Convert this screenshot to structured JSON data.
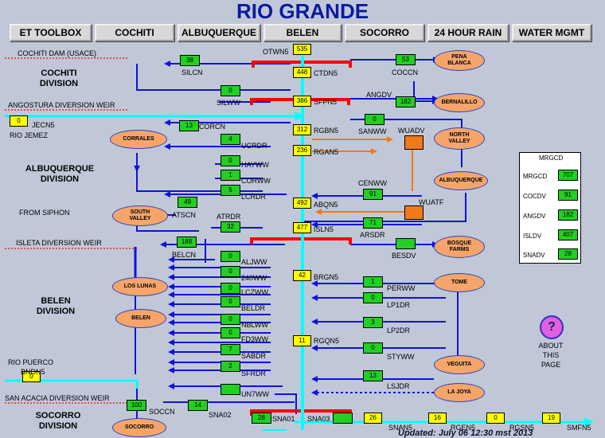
{
  "title": "RIO GRANDE",
  "nav": [
    "ET TOOLBOX",
    "COCHITI",
    "ALBUQUERQUE",
    "BELEN",
    "SOCORRO",
    "24 HOUR RAIN",
    "WATER MGMT"
  ],
  "divisions": {
    "cochiti": "COCHITI\nDIVISION",
    "albuquerque": "ALBUQUERQUE\nDIVISION",
    "belen": "BELEN\nDIVISION",
    "socorro": "SOCORRO\nDIVISION"
  },
  "weirs": {
    "cochiti_dam": "COCHITI DAM (USACE)",
    "angostura": "ANGOSTURA DIVERSION WEIR",
    "isleta": "ISLETA DIVERSION WEIR",
    "san_acacia": "SAN ACACIA DIVERSION WEIR"
  },
  "side_labels": {
    "rio_jemez": "RIO JEMEZ",
    "from_siphon": "FROM SIPHON",
    "rio_puerco": "RIO PUERCO"
  },
  "river_stations": [
    {
      "name": "OTWN5",
      "value": "535"
    },
    {
      "name": "CTDN5",
      "value": "448"
    },
    {
      "name": "SFPN5",
      "value": "386"
    },
    {
      "name": "RGBN5",
      "value": "312"
    },
    {
      "name": "RGAN5",
      "value": "236"
    },
    {
      "name": "ABQN5",
      "value": "492"
    },
    {
      "name": "ISLN5",
      "value": "477"
    },
    {
      "name": "BRGN5",
      "value": "42"
    },
    {
      "name": "RGQN5",
      "value": "11"
    }
  ],
  "bottom_stations": [
    {
      "name": "SNA01",
      "value": "28"
    },
    {
      "name": "SNA03",
      "value": ""
    },
    {
      "name": "SNAN5",
      "value": "26"
    },
    {
      "name": "RGEN5",
      "value": "16"
    },
    {
      "name": "RGSN5",
      "value": "0"
    },
    {
      "name": "SMFN5",
      "value": "19"
    }
  ],
  "other_yellow": [
    {
      "name": "JECN5",
      "value": "0"
    },
    {
      "name": "BNDN5",
      "value": "0"
    }
  ],
  "canals": [
    {
      "name": "SILCN",
      "value": "38"
    },
    {
      "name": "COCCN",
      "value": "53"
    },
    {
      "name": "SILWW",
      "value": "0"
    },
    {
      "name": "ANGDV",
      "value": "182"
    },
    {
      "name": "CORCN",
      "value": "13"
    },
    {
      "name": "SANWW",
      "value": "0"
    },
    {
      "name": "UCRDR",
      "value": "4"
    },
    {
      "name": "HAYWW",
      "value": "0"
    },
    {
      "name": "CORWW",
      "value": "1"
    },
    {
      "name": "LCRDR",
      "value": "5"
    },
    {
      "name": "CENWW",
      "value": "91"
    },
    {
      "name": "ATSCN",
      "value": "49"
    },
    {
      "name": "ATRDR",
      "value": "32"
    },
    {
      "name": "ARSDR",
      "value": "71"
    },
    {
      "name": "BELCN",
      "value": "188"
    },
    {
      "name": "BESDV",
      "value": ""
    },
    {
      "name": "ALJWW",
      "value": "0"
    },
    {
      "name": "240WW",
      "value": "0"
    },
    {
      "name": "LCZWW",
      "value": "0"
    },
    {
      "name": "BELDR",
      "value": "0"
    },
    {
      "name": "NBLWW",
      "value": "0"
    },
    {
      "name": "FD3WW",
      "value": "0"
    },
    {
      "name": "SABDR",
      "value": "7"
    },
    {
      "name": "SFRDR",
      "value": "2"
    },
    {
      "name": "UN7WW",
      "value": ""
    },
    {
      "name": "SOCCN",
      "value": "100"
    },
    {
      "name": "SNA02",
      "value": "14"
    },
    {
      "name": "PERWW",
      "value": "1"
    },
    {
      "name": "LP1DR",
      "value": "0"
    },
    {
      "name": "LP2DR",
      "value": "3"
    },
    {
      "name": "STYWW",
      "value": "0"
    },
    {
      "name": "LSJDR",
      "value": "13"
    }
  ],
  "places": {
    "pena_blanca": "PENA\nBLANCA",
    "bernalillo": "BERNALILLO",
    "corrales": "CORRALES",
    "north_valley": "NORTH\nVALLEY",
    "albuquerque": "ALBUQUERQUE",
    "south_valley": "SOUTH\nVALLEY",
    "bosque_farms": "BOSQUE\nFARMS",
    "los_lunas": "LOS LUNAS",
    "tome": "TOME",
    "belen": "BELEN",
    "veguita": "VEGUITA",
    "la_joya": "LA JOYA",
    "socorro": "SOCORRO"
  },
  "wastewater": {
    "wuadv": "WUADV",
    "wuatf": "WUATF"
  },
  "legend": {
    "title": "MRGCD",
    "rows": [
      {
        "name": "MRGCD",
        "value": "707"
      },
      {
        "name": "COCDV",
        "value": "91"
      },
      {
        "name": "ANGDV",
        "value": "182"
      },
      {
        "name": "ISLDV",
        "value": "407"
      },
      {
        "name": "SNADV",
        "value": "28"
      }
    ]
  },
  "about": "ABOUT\nTHIS\nPAGE",
  "about_icon": "?",
  "updated": "Updated: July 06 12:30 mst 2013",
  "colors": {
    "river": "#00ffff",
    "canal": "#1010e0",
    "dam": "#ff0000",
    "wastewater": "#f07a1a",
    "station_ok": "#21d021",
    "gauge": "#ffff00",
    "place": "#f6a56a"
  }
}
